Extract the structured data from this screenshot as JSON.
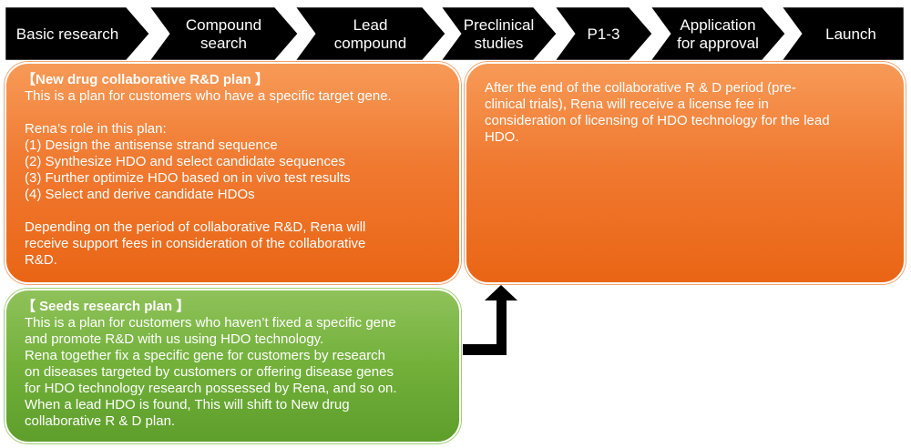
{
  "stages": [
    {
      "lines": [
        "Basic research"
      ]
    },
    {
      "lines": [
        "Compound",
        "search"
      ]
    },
    {
      "lines": [
        "Lead",
        "compound"
      ]
    },
    {
      "lines": [
        "Preclinical",
        "studies"
      ]
    },
    {
      "lines": [
        "P1-3"
      ]
    },
    {
      "lines": [
        "Application",
        "for approval"
      ]
    },
    {
      "lines": [
        "Launch"
      ]
    }
  ],
  "new_drug_plan": {
    "title": "【New drug collaborative R&D plan 】",
    "intro": "This is a plan for customers who have a specific target gene.",
    "role_heading": "Rena’s role in this plan:",
    "steps": [
      "(1) Design the antisense strand sequence",
      "(2) Synthesize HDO and select candidate sequences",
      "(3) Further optimize HDO based on in vivo test results",
      "(4) Select and derive candidate HDOs"
    ],
    "fee_lines": [
      "Depending on the period of collaborative R&D, Rena will",
      "receive support fees in consideration of the collaborative",
      "R&D."
    ]
  },
  "license_box": {
    "lines": [
      "After the end of the collaborative R & D period (pre-",
      "clinical trials), Rena will receive a license fee in",
      "consideration of licensing of HDO technology for the lead",
      "HDO."
    ]
  },
  "seeds_plan": {
    "title": "【 Seeds research plan 】",
    "lines": [
      "This is a plan for customers who haven’t fixed a specific gene",
      "and promote R&D with us using HDO technology.",
      "Rena together fix a specific gene for customers by research",
      "on diseases targeted by customers or offering disease genes",
      "for HDO technology research possessed by Rena, and so on.",
      "When a lead HDO is found, This will shift to New drug",
      "collaborative R & D plan."
    ]
  },
  "colors": {
    "chevron": "#000000",
    "orange": "#f07a31",
    "green": "#72b03a",
    "arrow": "#000000"
  }
}
